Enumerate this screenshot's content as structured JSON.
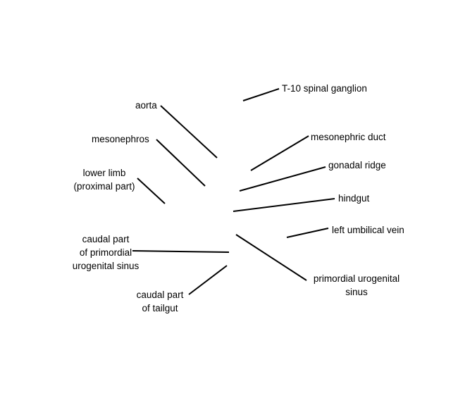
{
  "diagram": {
    "line_color": "#000000",
    "labels": {
      "t10_spinal_ganglion": "T-10 spinal ganglion",
      "aorta": "aorta",
      "mesonephros": "mesonephros",
      "mesonephric_duct": "mesonephric duct",
      "gonadal_ridge": "gonadal ridge",
      "lower_limb": [
        "lower limb",
        "(proximal part)"
      ],
      "hindgut": "hindgut",
      "left_umbilical_vein": "left umbilical vein",
      "caudal_part_of_primordial_urogenital_sinus": [
        "caudal part",
        "of primordial",
        "urogenital sinus"
      ],
      "primordial_urogenital_sinus": [
        "primordial urogenital",
        "sinus"
      ],
      "caudal_part_of_tailgut": [
        "caudal part",
        "of tailgut"
      ]
    }
  }
}
